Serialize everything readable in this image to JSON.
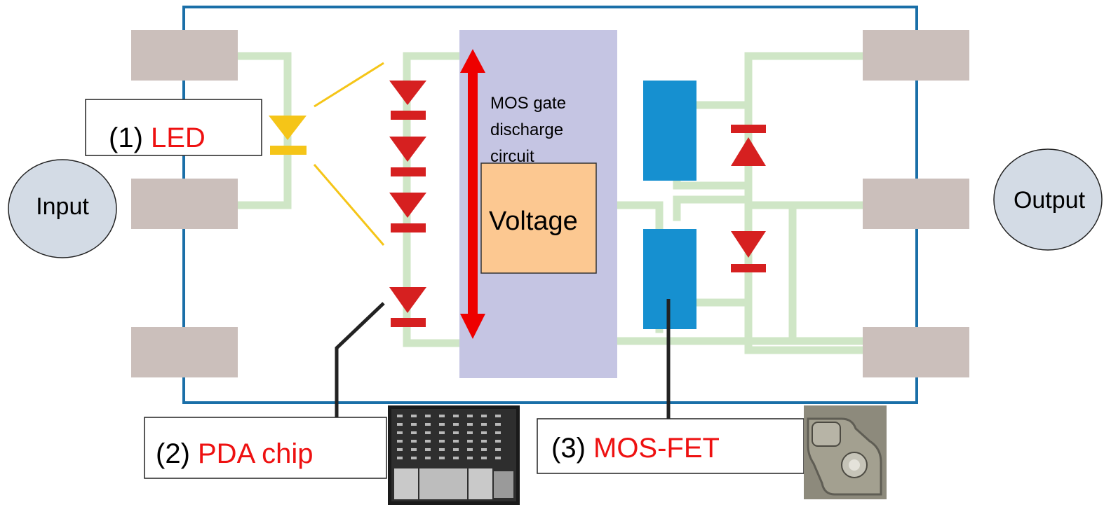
{
  "labels": {
    "input": "Input",
    "output": "Output",
    "led_num": "(1) ",
    "led_name": "LED",
    "pda_num": "(2) ",
    "pda_name": "PDA chip",
    "mos_num": "(3) ",
    "mos_name": "MOS-FET",
    "gate_line1": "MOS gate",
    "gate_line2": "discharge",
    "gate_line3": "circuit",
    "voltage": "Voltage"
  },
  "colors": {
    "package_border": "#1a6fa8",
    "pin": "#cbbfbb",
    "wire": "#cfe6c6",
    "led": "#f5c518",
    "diode": "#d62020",
    "gate_block": "#c5c5e3",
    "voltage_box": "#fcc891",
    "mosfet": "#1690d0",
    "bubble": "#d3dbe5",
    "arrow": "#ee0000",
    "label_accent": "#ee1111"
  }
}
